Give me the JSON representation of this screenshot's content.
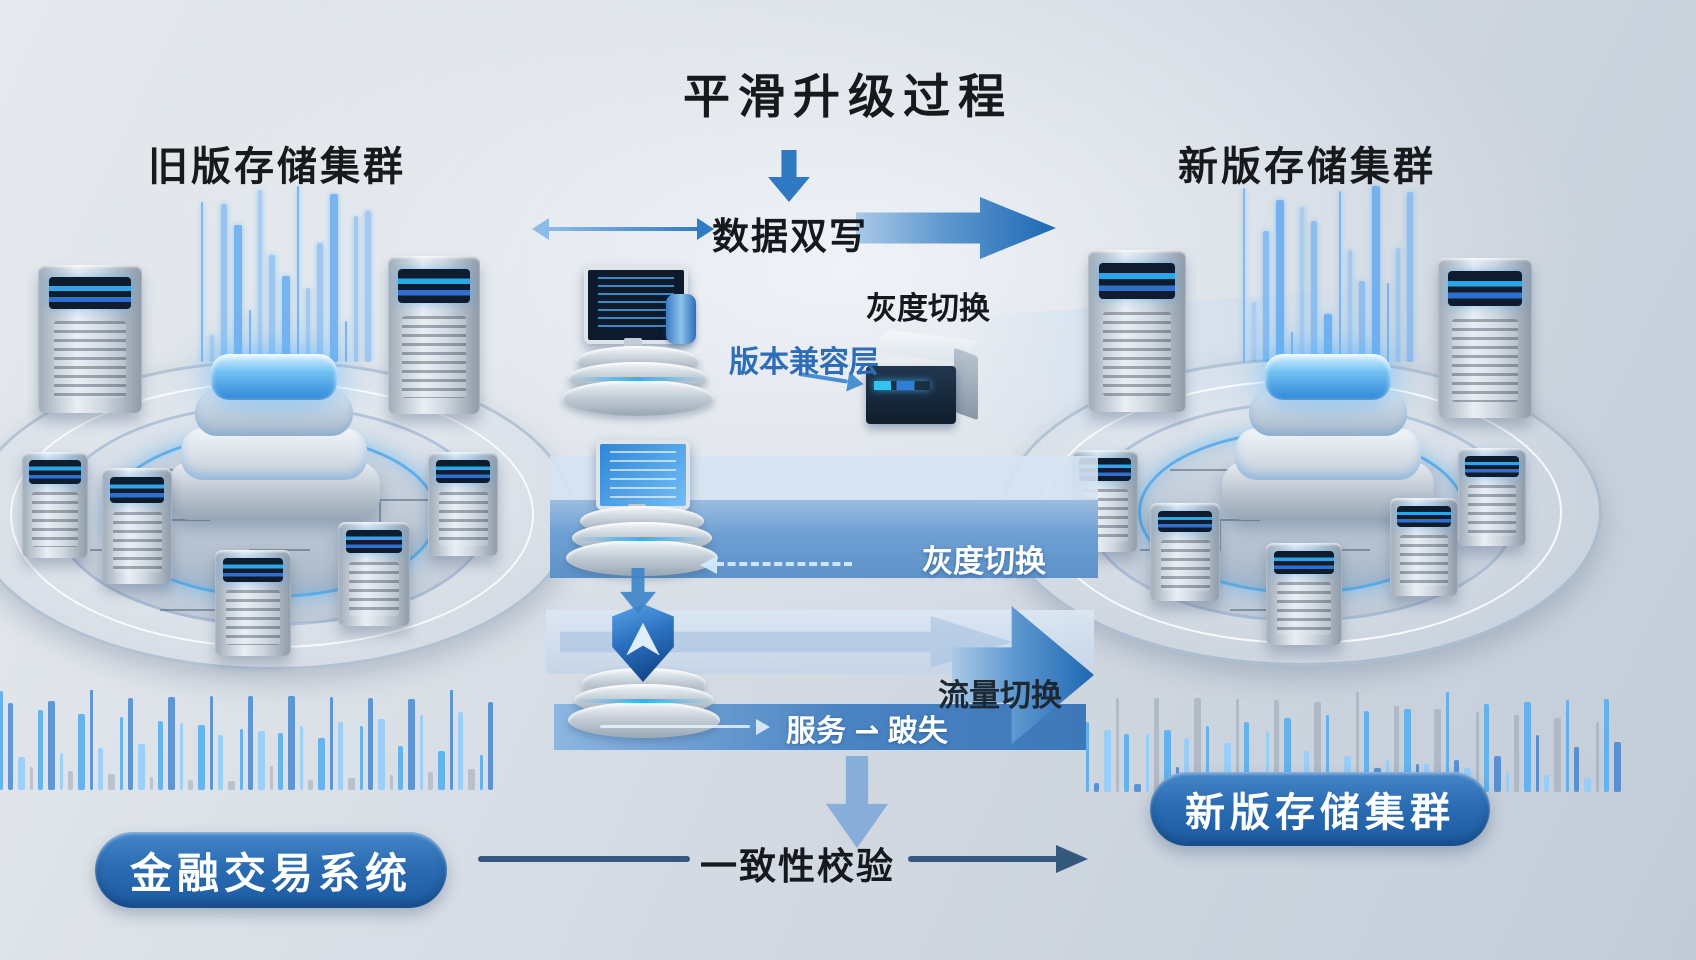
{
  "title": "平滑升级过程",
  "clusters": {
    "old": {
      "label": "旧版存储集群"
    },
    "new": {
      "label": "新版存储集群"
    }
  },
  "flow_labels": {
    "data_double_write": "数据双写",
    "gray_switch_top": "灰度切换",
    "version_compat_layer": "版本兼容层",
    "gray_switch_mid": "灰度切换",
    "traffic_switch": "流量切换",
    "service_note": "服务 ⇀ 跛失",
    "consistency_check": "一致性校验"
  },
  "badges": {
    "finance_system": "金融交易系统",
    "new_cluster": "新版存储集群"
  },
  "colors": {
    "accent_blue": "#2273bd",
    "badge_blue": "#1d5ba2",
    "band_blue": "#5e93c9",
    "glow_cyan": "#49a7e8",
    "compat_text_blue": "#2e6db8",
    "text_dark": "#15181c"
  }
}
